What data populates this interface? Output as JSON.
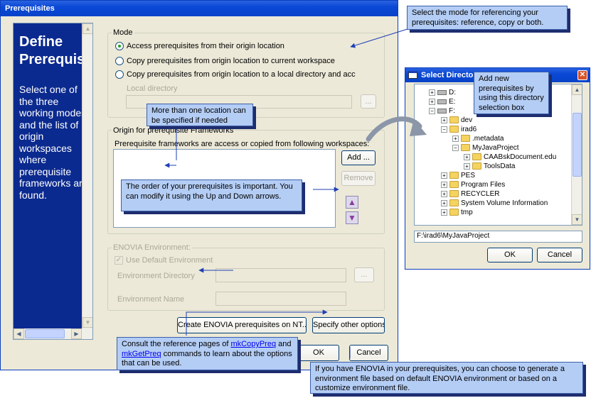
{
  "main_dialog": {
    "title": "Prerequisites",
    "side_panel": {
      "heading": "Define Prerequis",
      "body": "Select one of the three working modes, and the list of origin workspaces where prerequisite frameworks are found."
    },
    "mode_group": {
      "label": "Mode",
      "options": [
        {
          "label": "Access prerequisites from their origin location",
          "selected": true
        },
        {
          "label": "Copy prerequisites from origin location to current workspace",
          "selected": false
        },
        {
          "label": "Copy prerequisites from origin location to a local directory and acc",
          "selected": false
        }
      ],
      "local_directory_label": "Local directory",
      "browse_label": "..."
    },
    "origin_group": {
      "label": "Origin for prerequisite Frameworks",
      "description": "Prerequisite frameworks are access or copied from following workspaces:",
      "add_label": "Add ...",
      "remove_label": "Remove",
      "up_icon": "up-arrow-icon",
      "down_icon": "down-arrow-icon"
    },
    "enovia_group": {
      "label": "ENOVIA Environment:",
      "use_default_label": "Use Default Environment",
      "use_default_checked": true,
      "env_directory_label": "Environment Directory",
      "env_name_label": "Environment Name",
      "browse_label": "..."
    },
    "buttons": {
      "create_enovia": "Create ENOVIA prerequisites on NT...",
      "specify_options": "Specify other options",
      "ok": "OK",
      "cancel": "Cancel"
    }
  },
  "select_dir_dialog": {
    "title": "Select Directory",
    "tree": [
      {
        "label": "D:",
        "kind": "drive",
        "expander": "+"
      },
      {
        "label": "E:",
        "kind": "drive",
        "expander": "+"
      },
      {
        "label": "F:",
        "kind": "drive",
        "expander": "−"
      },
      {
        "label": "dev",
        "kind": "folder",
        "expander": "+"
      },
      {
        "label": "irad6",
        "kind": "open-folder",
        "expander": "−"
      },
      {
        "label": ".metadata",
        "kind": "folder",
        "expander": "+"
      },
      {
        "label": "MyJavaProject",
        "kind": "open-folder",
        "expander": "−"
      },
      {
        "label": "CAABskDocument.edu",
        "kind": "folder",
        "expander": "+"
      },
      {
        "label": "ToolsData",
        "kind": "folder",
        "expander": "+"
      },
      {
        "label": "PES",
        "kind": "folder",
        "expander": "+"
      },
      {
        "label": "Program Files",
        "kind": "folder",
        "expander": "+"
      },
      {
        "label": "RECYCLER",
        "kind": "folder",
        "expander": "+"
      },
      {
        "label": "System Volume Information",
        "kind": "folder",
        "expander": "+"
      },
      {
        "label": "tmp",
        "kind": "folder",
        "expander": "+"
      }
    ],
    "path_value": "F:\\irad6\\MyJavaProject",
    "ok": "OK",
    "cancel": "Cancel"
  },
  "callouts": {
    "mode": "Select the mode for referencing your prerequisites: reference, copy or both.",
    "add_new": "Add new prerequisites by using this directory selection box",
    "more_location": "More than one location can be specified if needed",
    "order": "The order of your prerequisites is important.  You can modify it using the Up and Down arrows.",
    "consult_prefix": "Consult the reference pages of ",
    "consult_link1": "mkCopyPreq",
    "consult_and": " and ",
    "consult_link2": "mkGetPreq",
    "consult_suffix": " commands to learn about the options that can be used.",
    "enovia": "If you have ENOVIA in your prerequisites, you can choose to generate a environment file based on default ENOVIA environment or based on a customize environment file."
  },
  "colors": {
    "callout_bg": "#b4cdf5",
    "arrow": "#1f3fb5",
    "titlebar": "#0a48d6",
    "side_panel": "#0b2a8f"
  }
}
